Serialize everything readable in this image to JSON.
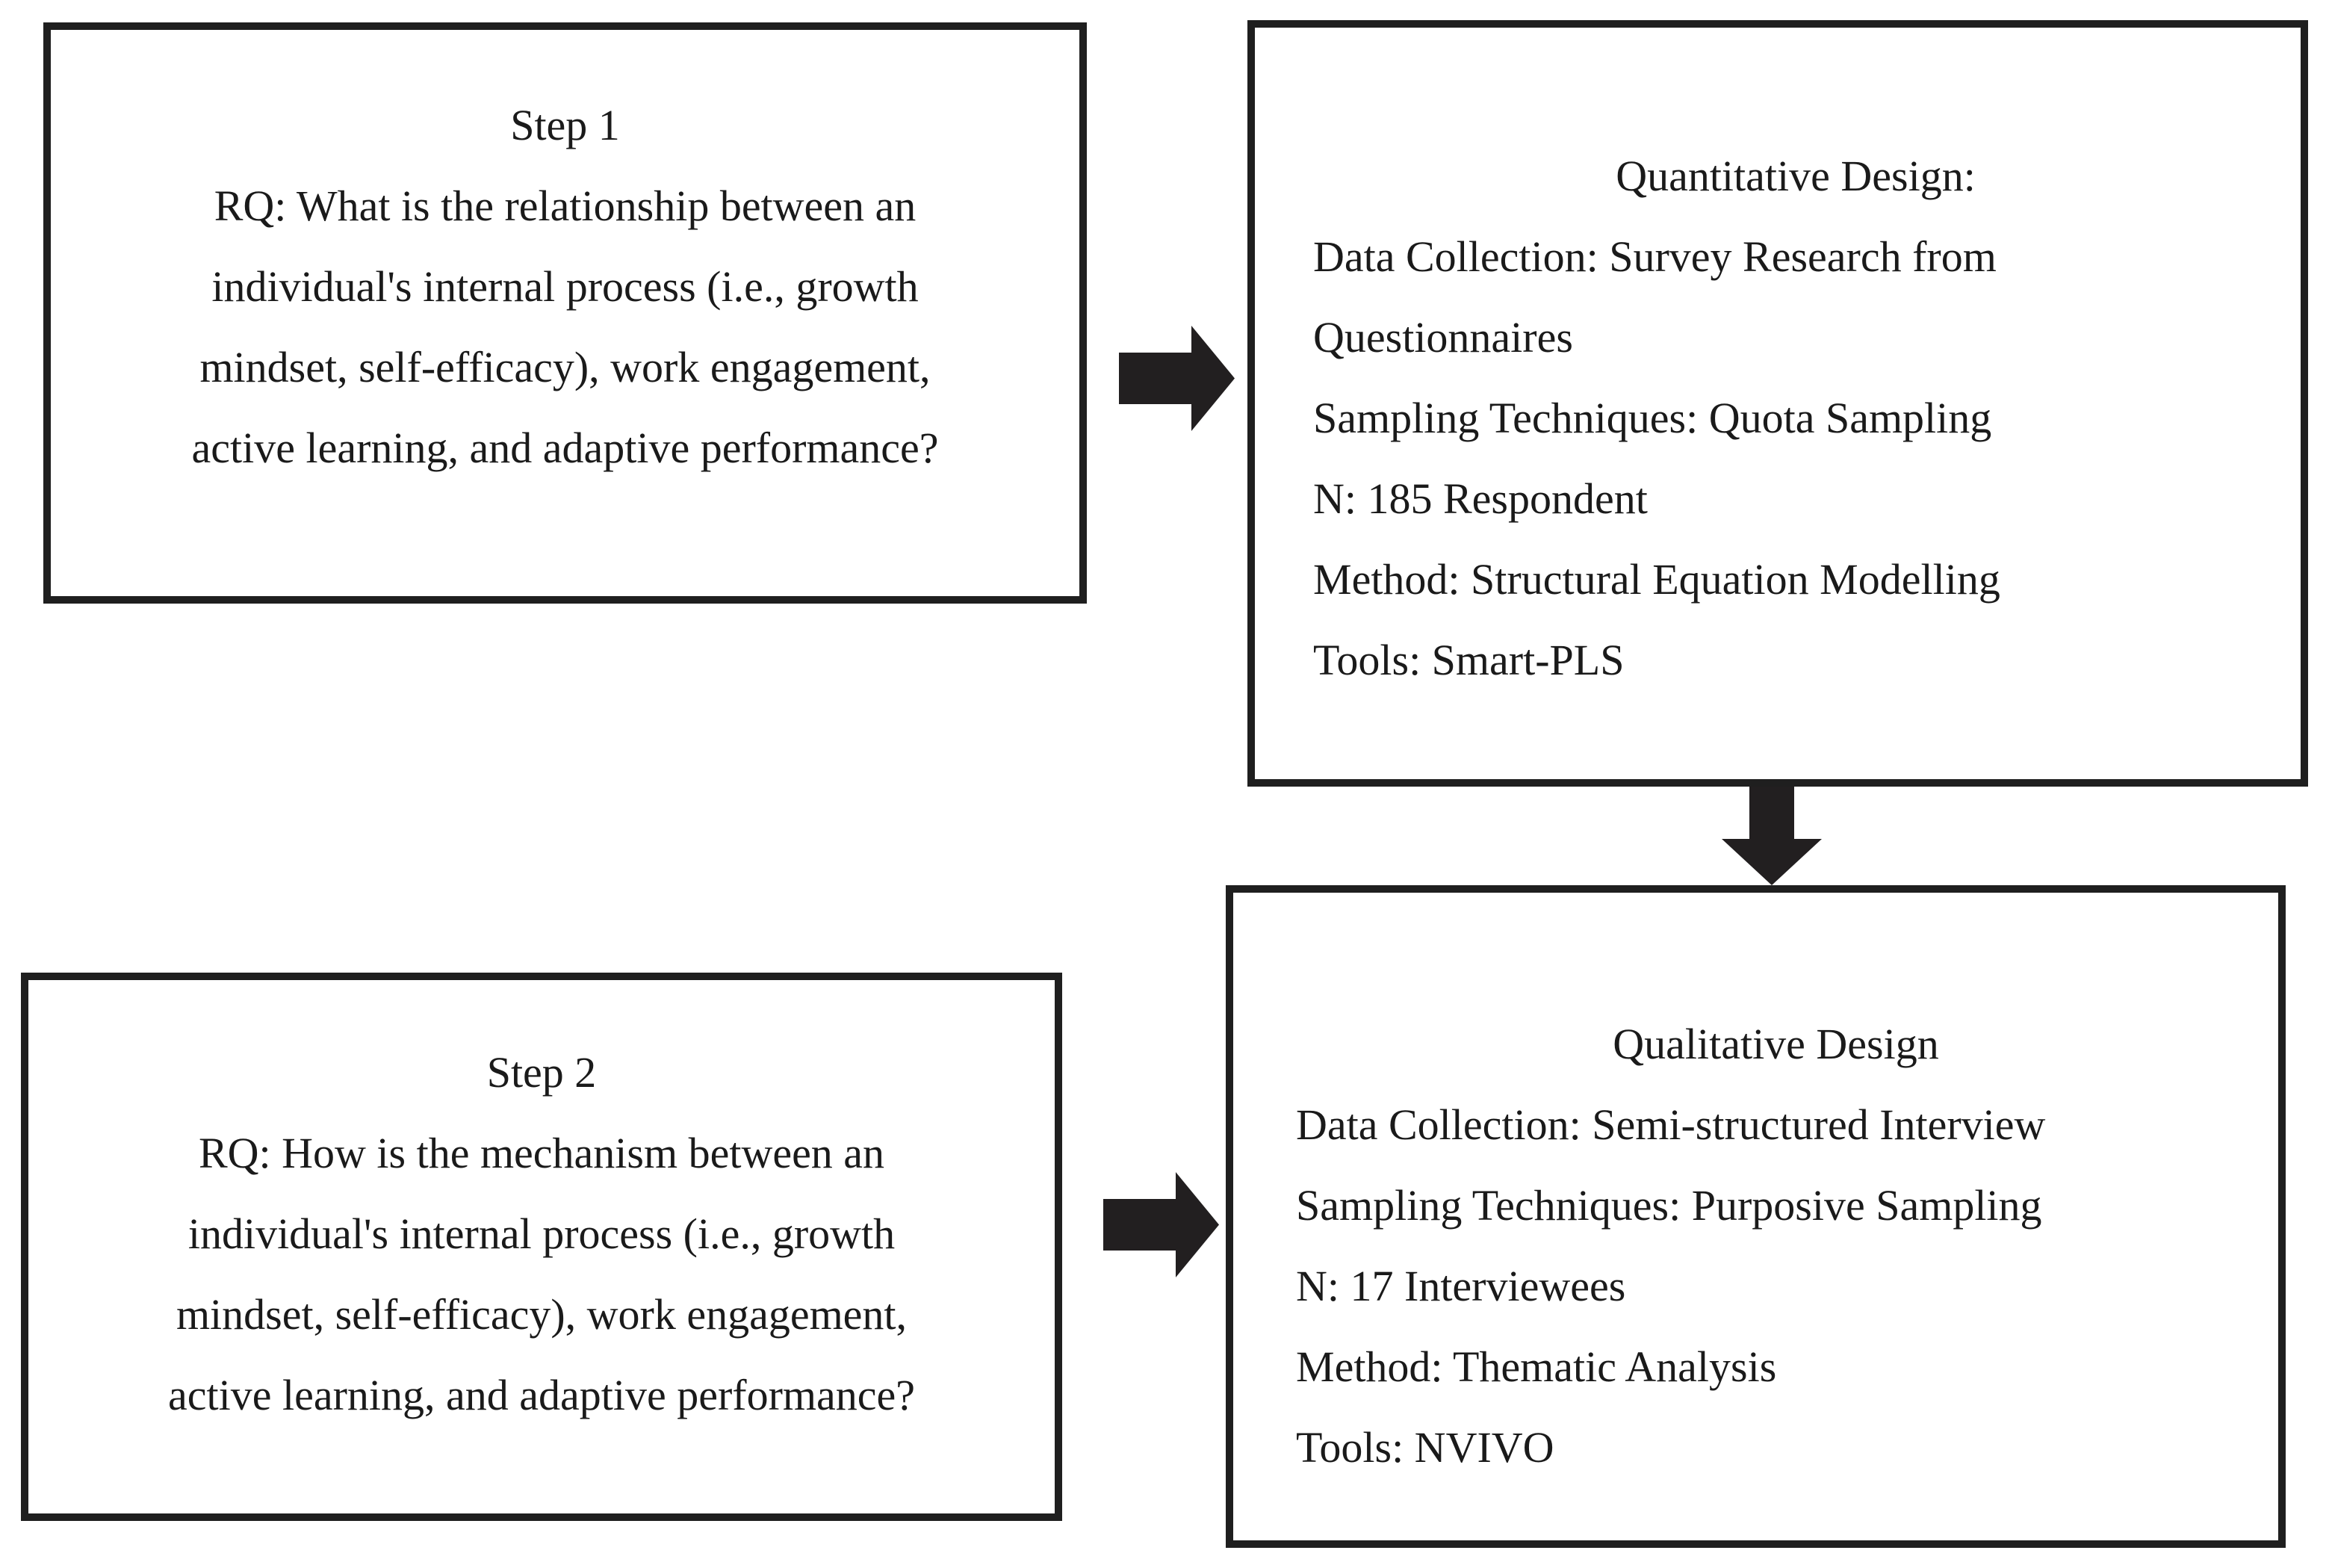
{
  "diagram": {
    "colors": {
      "background": "#ffffff",
      "box_border": "#1f1f1f",
      "text": "#1a1a1a",
      "arrow": "#221f20"
    },
    "boxes": {
      "step1": {
        "lines": [
          "Step 1",
          "RQ: What is the relationship between an",
          "individual's internal process (i.e., growth",
          "mindset, self-efficacy), work engagement,",
          "active learning, and adaptive performance?"
        ]
      },
      "quantitative": {
        "title": "Quantitative Design:",
        "lines": [
          "Data Collection: Survey Research from",
          "Questionnaires",
          "Sampling Techniques: Quota Sampling",
          "N: 185 Respondent",
          "Method: Structural Equation Modelling",
          "Tools: Smart-PLS"
        ]
      },
      "step2": {
        "lines": [
          "Step 2",
          "RQ: How is the mechanism between an",
          "individual's internal process (i.e., growth",
          "mindset, self-efficacy), work engagement,",
          "active learning, and adaptive performance?"
        ]
      },
      "qualitative": {
        "title": "Qualitative Design",
        "lines": [
          "Data Collection: Semi-structured Interview",
          "Sampling Techniques: Purposive Sampling",
          "N: 17 Interviewees",
          "Method: Thematic Analysis",
          "Tools: NVIVO"
        ]
      }
    },
    "arrows": [
      {
        "name": "arrow-step1-to-quantitative",
        "direction": "right"
      },
      {
        "name": "arrow-step2-to-qualitative",
        "direction": "right"
      },
      {
        "name": "arrow-quantitative-to-qualitative",
        "direction": "down"
      }
    ]
  }
}
